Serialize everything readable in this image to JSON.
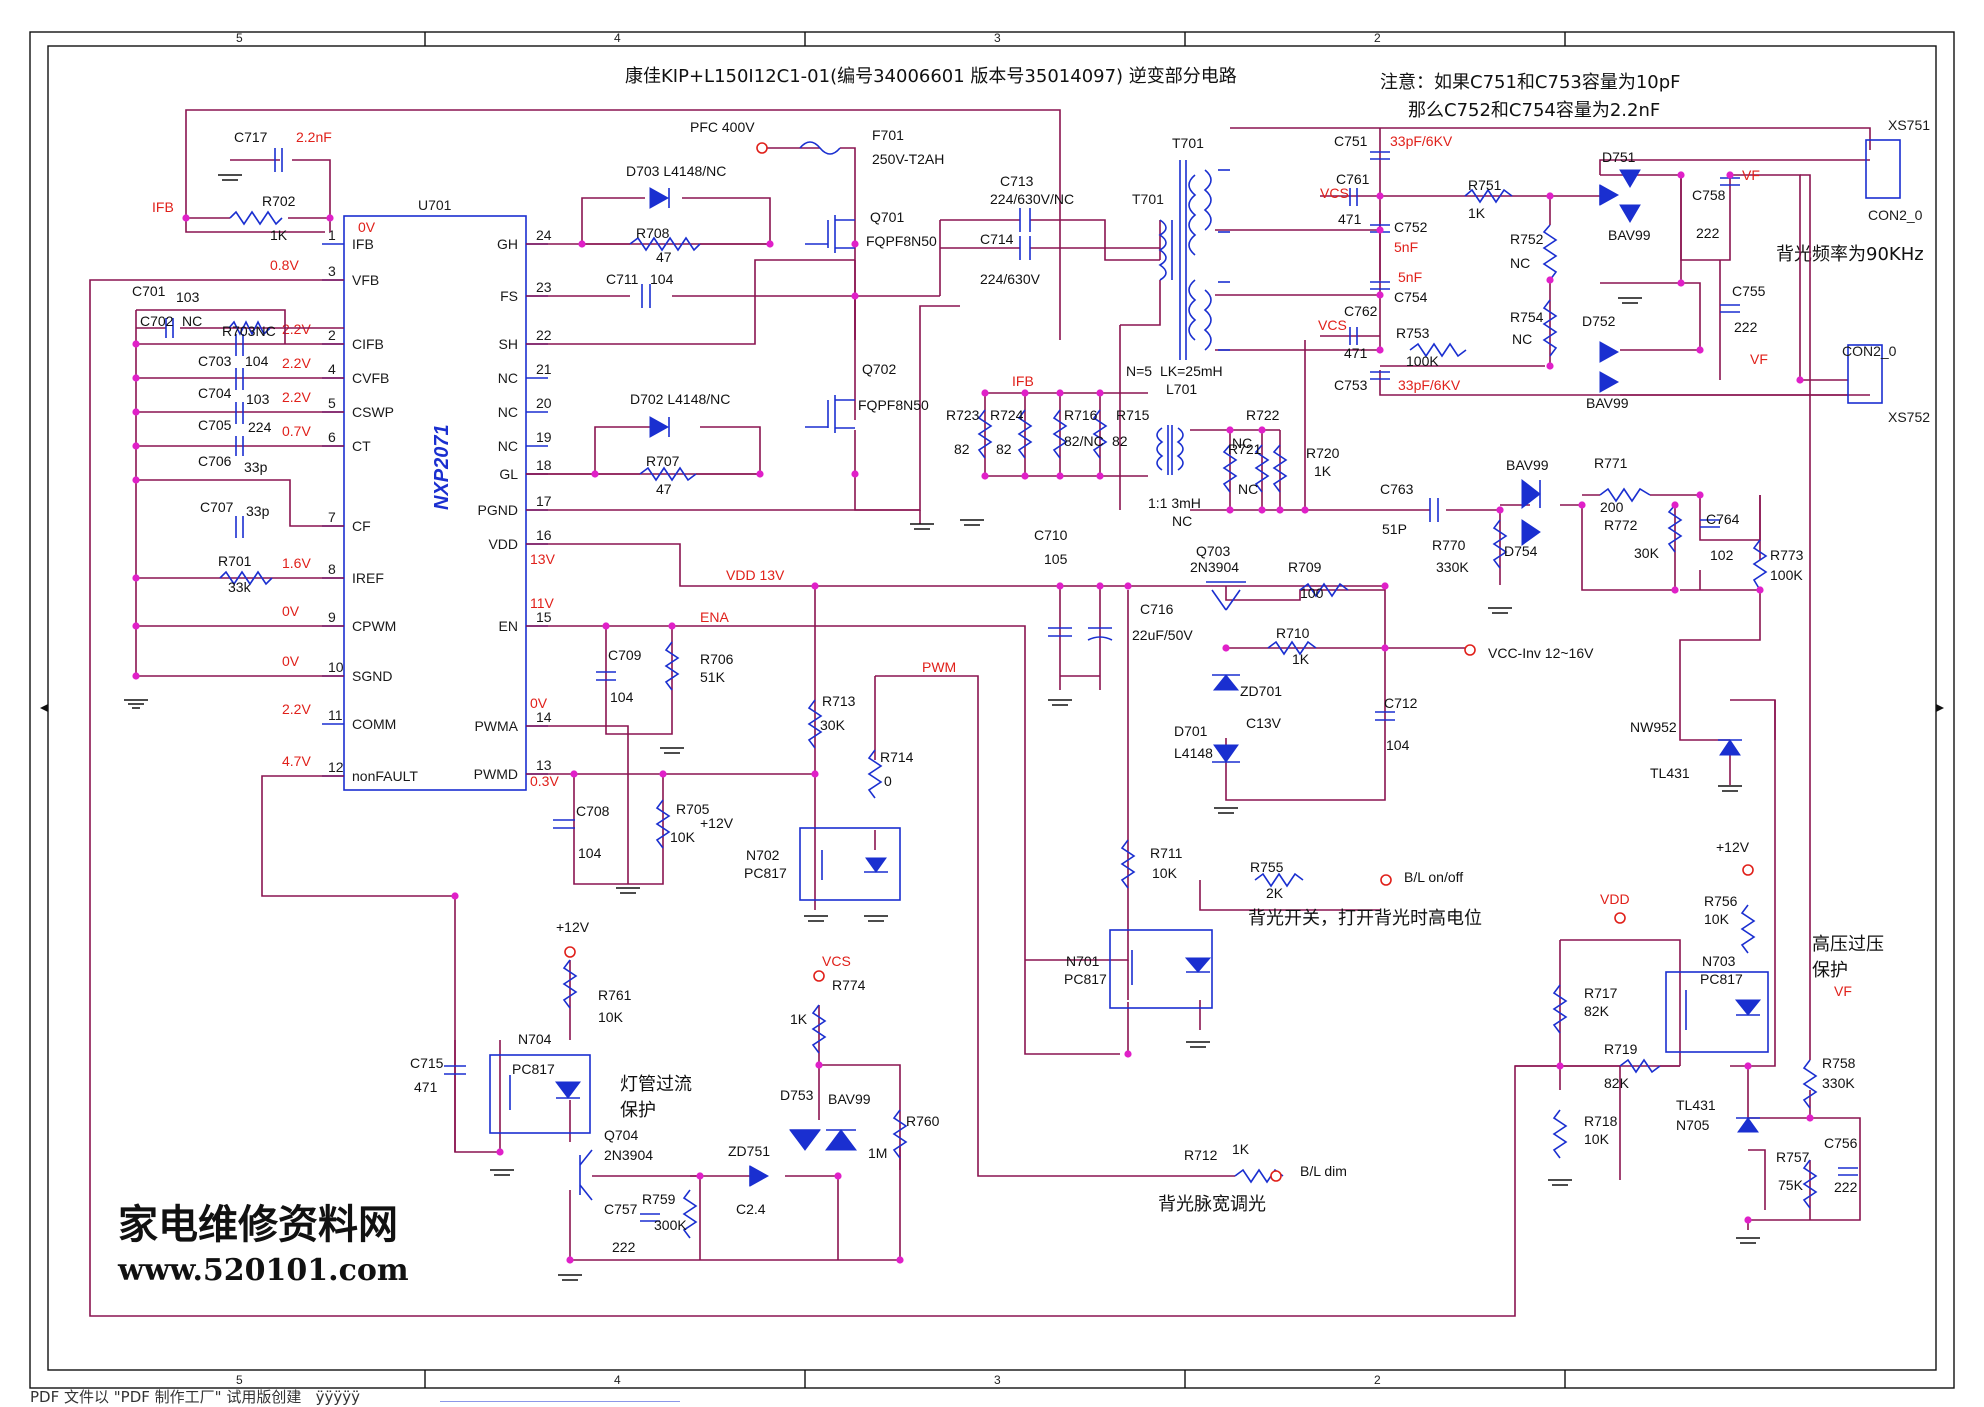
{
  "title": "康佳KIP+L150I12C1-01(编号34006601  版本号35014097)    逆变部分电路",
  "note_line1": "注意：如果C751和C753容量为10pF",
  "note_line2": "那么C752和C754容量为2.2nF",
  "freq_note": "背光频率为90KHz",
  "lamp_protect": "灯管过流\n保护",
  "hv_protect": "高压过压\n保护",
  "bl_switch_note": "背光开关，打开背光时高电位",
  "bl_pwm_note": "背光脉宽调光",
  "watermark_cn": "家电维修资料网",
  "watermark_url": "www.520101.com",
  "footer": "PDF 文件以 \"PDF 制作工厂\" 试用版创建   ÿÿÿÿÿ",
  "border_top": [
    "5",
    "4",
    "3",
    "2"
  ],
  "border_bottom": [
    "5",
    "4",
    "3",
    "2"
  ],
  "ic": {
    "ref": "U701",
    "part": "NXP2071",
    "left_pins": [
      {
        "num": "1",
        "name": "IFB",
        "volt": "0V"
      },
      {
        "num": "3",
        "name": "VFB",
        "volt": "0.8V"
      },
      {
        "num": "2",
        "name": "CIFB",
        "volt": "2.2V"
      },
      {
        "num": "4",
        "name": "CVFB",
        "volt": "2.2V"
      },
      {
        "num": "5",
        "name": "CSWP",
        "volt": "2.2V"
      },
      {
        "num": "6",
        "name": "CT",
        "volt": "0.7V"
      },
      {
        "num": "7",
        "name": "CF",
        "volt": ""
      },
      {
        "num": "8",
        "name": "IREF",
        "volt": "1.6V"
      },
      {
        "num": "9",
        "name": "CPWM",
        "volt": "0V"
      },
      {
        "num": "10",
        "name": "SGND",
        "volt": "0V"
      },
      {
        "num": "11",
        "name": "COMM",
        "volt": "2.2V"
      },
      {
        "num": "12",
        "name": "nonFAULT",
        "volt": "4.7V"
      }
    ],
    "right_pins": [
      {
        "num": "24",
        "name": "GH",
        "volt": ""
      },
      {
        "num": "23",
        "name": "FS",
        "volt": ""
      },
      {
        "num": "22",
        "name": "SH",
        "volt": ""
      },
      {
        "num": "21",
        "name": "NC",
        "volt": ""
      },
      {
        "num": "20",
        "name": "NC",
        "volt": ""
      },
      {
        "num": "19",
        "name": "NC",
        "volt": ""
      },
      {
        "num": "18",
        "name": "GL",
        "volt": ""
      },
      {
        "num": "17",
        "name": "PGND",
        "volt": ""
      },
      {
        "num": "16",
        "name": "VDD",
        "volt": "13V"
      },
      {
        "num": "15",
        "name": "EN",
        "volt": "11V"
      },
      {
        "num": "14",
        "name": "PWMA",
        "volt": "0V"
      },
      {
        "num": "13",
        "name": "PWMD",
        "volt": "0.3V"
      }
    ]
  },
  "labels": [
    {
      "k": "ifb_net",
      "t": "IFB",
      "c": "r"
    },
    {
      "k": "c717",
      "t": "C717",
      "c": "b"
    },
    {
      "k": "c717v",
      "t": "2.2nF",
      "c": "r"
    },
    {
      "k": "r702",
      "t": "R702",
      "c": "b"
    },
    {
      "k": "r702v",
      "t": "1K",
      "c": "b"
    },
    {
      "k": "c701",
      "t": "C701",
      "c": "b"
    },
    {
      "k": "c701v",
      "t": "103",
      "c": "b"
    },
    {
      "k": "c702",
      "t": "C702",
      "c": "b"
    },
    {
      "k": "c702v",
      "t": "NC",
      "c": "b"
    },
    {
      "k": "r703",
      "t": "R703NC",
      "c": "b"
    },
    {
      "k": "c703",
      "t": "C703",
      "c": "b"
    },
    {
      "k": "c703v",
      "t": "104",
      "c": "b"
    },
    {
      "k": "c704",
      "t": "C704",
      "c": "b"
    },
    {
      "k": "c704v",
      "t": "103",
      "c": "b"
    },
    {
      "k": "c705",
      "t": "C705",
      "c": "b"
    },
    {
      "k": "c705v",
      "t": "224",
      "c": "b"
    },
    {
      "k": "c706",
      "t": "C706",
      "c": "b"
    },
    {
      "k": "c706v",
      "t": "33p",
      "c": "b"
    },
    {
      "k": "c707",
      "t": "C707",
      "c": "b"
    },
    {
      "k": "c707v",
      "t": "33p",
      "c": "b"
    },
    {
      "k": "r701",
      "t": "R701",
      "c": "b"
    },
    {
      "k": "r701v",
      "t": "33k",
      "c": "b"
    },
    {
      "k": "pfc",
      "t": "PFC 400V",
      "c": "b"
    },
    {
      "k": "f701",
      "t": "F701",
      "c": "b"
    },
    {
      "k": "f701v",
      "t": "250V-T2AH",
      "c": "b"
    },
    {
      "k": "d703",
      "t": "D703  L4148/NC",
      "c": "b"
    },
    {
      "k": "r708",
      "t": "R708",
      "c": "b"
    },
    {
      "k": "r708v",
      "t": "47",
      "c": "b"
    },
    {
      "k": "c711",
      "t": "C711",
      "c": "b"
    },
    {
      "k": "c711v",
      "t": "104",
      "c": "b"
    },
    {
      "k": "q701",
      "t": "Q701",
      "c": "b"
    },
    {
      "k": "q701v",
      "t": "FQPF8N50",
      "c": "b"
    },
    {
      "k": "q702",
      "t": "Q702",
      "c": "b"
    },
    {
      "k": "q702v",
      "t": "FQPF8N50",
      "c": "b"
    },
    {
      "k": "d702",
      "t": "D702  L4148/NC",
      "c": "b"
    },
    {
      "k": "r707",
      "t": "R707",
      "c": "b"
    },
    {
      "k": "r707v",
      "t": "47",
      "c": "b"
    },
    {
      "k": "c713",
      "t": "C713",
      "c": "b"
    },
    {
      "k": "c713v",
      "t": "224/630V/NC",
      "c": "b"
    },
    {
      "k": "c714",
      "t": "C714",
      "c": "b"
    },
    {
      "k": "c714v",
      "t": "224/630V",
      "c": "b"
    },
    {
      "k": "t701a",
      "t": "T701",
      "c": "g"
    },
    {
      "k": "t701b",
      "t": "T701",
      "c": "b"
    },
    {
      "k": "n5",
      "t": "N=5",
      "c": "b"
    },
    {
      "k": "lk",
      "t": "LK=25mH",
      "c": "b"
    },
    {
      "k": "l701",
      "t": "L701",
      "c": "b"
    },
    {
      "k": "r723",
      "t": "R723",
      "c": "b"
    },
    {
      "k": "r723v",
      "t": "82",
      "c": "b"
    },
    {
      "k": "r724",
      "t": "R724",
      "c": "b"
    },
    {
      "k": "r724v",
      "t": "82",
      "c": "b"
    },
    {
      "k": "ifb2",
      "t": "IFB",
      "c": "r"
    },
    {
      "k": "r716",
      "t": "R716",
      "c": "b"
    },
    {
      "k": "r716v",
      "t": "82/NC",
      "c": "b"
    },
    {
      "k": "r715",
      "t": "R715",
      "c": "b"
    },
    {
      "k": "r715v",
      "t": "82",
      "c": "b"
    },
    {
      "k": "r721",
      "t": "R721",
      "c": "b"
    },
    {
      "k": "r721nc",
      "t": "NC",
      "c": "b"
    },
    {
      "k": "r722",
      "t": "R722",
      "c": "b"
    },
    {
      "k": "r722nc",
      "t": "NC",
      "c": "b"
    },
    {
      "k": "r720",
      "t": "R720",
      "c": "b"
    },
    {
      "k": "r720v",
      "t": "1K",
      "c": "b"
    },
    {
      "k": "ratio",
      "t": "1:1 3mH",
      "c": "b"
    },
    {
      "k": "ratnc",
      "t": "NC",
      "c": "b"
    },
    {
      "k": "c751",
      "t": "C751",
      "c": "b"
    },
    {
      "k": "c751v",
      "t": "33pF/6KV",
      "c": "r"
    },
    {
      "k": "c761",
      "t": "C761",
      "c": "b"
    },
    {
      "k": "c761v",
      "t": "471",
      "c": "b"
    },
    {
      "k": "vcs1",
      "t": "VCS",
      "c": "r"
    },
    {
      "k": "c752",
      "t": "C752",
      "c": "b"
    },
    {
      "k": "c752v",
      "t": "5nF",
      "c": "r"
    },
    {
      "k": "c754",
      "t": "C754",
      "c": "b"
    },
    {
      "k": "c754v",
      "t": "5nF",
      "c": "r"
    },
    {
      "k": "r751",
      "t": "R751",
      "c": "b"
    },
    {
      "k": "r751v",
      "t": "1K",
      "c": "b"
    },
    {
      "k": "r752",
      "t": "R752",
      "c": "b"
    },
    {
      "k": "r752v",
      "t": "NC",
      "c": "b"
    },
    {
      "k": "r754",
      "t": "R754",
      "c": "b"
    },
    {
      "k": "r754v",
      "t": "NC",
      "c": "b"
    },
    {
      "k": "c762",
      "t": "C762",
      "c": "b"
    },
    {
      "k": "c762v",
      "t": "471",
      "c": "b"
    },
    {
      "k": "vcs2",
      "t": "VCS",
      "c": "r"
    },
    {
      "k": "r753",
      "t": "R753",
      "c": "b"
    },
    {
      "k": "r753v",
      "t": "100K",
      "c": "b"
    },
    {
      "k": "c753",
      "t": "C753",
      "c": "b"
    },
    {
      "k": "c753v",
      "t": "33pF/6KV",
      "c": "r"
    },
    {
      "k": "d751",
      "t": "D751",
      "c": "b"
    },
    {
      "k": "d751v",
      "t": "BAV99",
      "c": "b"
    },
    {
      "k": "d752",
      "t": "D752",
      "c": "b"
    },
    {
      "k": "d752v",
      "t": "BAV99",
      "c": "b"
    },
    {
      "k": "c758",
      "t": "C758",
      "c": "b"
    },
    {
      "k": "c758v",
      "t": "222",
      "c": "b"
    },
    {
      "k": "c755",
      "t": "C755",
      "c": "b"
    },
    {
      "k": "c755v",
      "t": "222",
      "c": "b"
    },
    {
      "k": "vf1",
      "t": "VF",
      "c": "r"
    },
    {
      "k": "vf2",
      "t": "VF",
      "c": "r"
    },
    {
      "k": "xs751",
      "t": "XS751",
      "c": "g"
    },
    {
      "k": "con20a",
      "t": "CON2_0",
      "c": "g"
    },
    {
      "k": "con20b",
      "t": "CON2_0",
      "c": "g"
    },
    {
      "k": "xs752",
      "t": "XS752",
      "c": "g"
    },
    {
      "k": "c763",
      "t": "C763",
      "c": "b"
    },
    {
      "k": "c763v",
      "t": "51P",
      "c": "b"
    },
    {
      "k": "bav99",
      "t": "BAV99",
      "c": "b"
    },
    {
      "k": "d754",
      "t": "D754",
      "c": "b"
    },
    {
      "k": "r771",
      "t": "R771",
      "c": "b"
    },
    {
      "k": "r771v",
      "t": "200",
      "c": "b"
    },
    {
      "k": "r772",
      "t": "R772",
      "c": "b"
    },
    {
      "k": "r772v",
      "t": "30K",
      "c": "b"
    },
    {
      "k": "r770",
      "t": "R770",
      "c": "b"
    },
    {
      "k": "r770v",
      "t": "330K",
      "c": "b"
    },
    {
      "k": "c764",
      "t": "C764",
      "c": "b"
    },
    {
      "k": "c764v",
      "t": "102",
      "c": "b"
    },
    {
      "k": "r773",
      "t": "R773",
      "c": "b"
    },
    {
      "k": "r773v",
      "t": "100K",
      "c": "b"
    },
    {
      "k": "c710",
      "t": "C710",
      "c": "b"
    },
    {
      "k": "c710v",
      "t": "105",
      "c": "b"
    },
    {
      "k": "q703",
      "t": "Q703",
      "c": "b"
    },
    {
      "k": "q703v",
      "t": "2N3904",
      "c": "b"
    },
    {
      "k": "r709",
      "t": "R709",
      "c": "b"
    },
    {
      "k": "r709v",
      "t": "100",
      "c": "b"
    },
    {
      "k": "c716",
      "t": "C716",
      "c": "b"
    },
    {
      "k": "c716v",
      "t": "22uF/50V",
      "c": "b"
    },
    {
      "k": "r710",
      "t": "R710",
      "c": "b"
    },
    {
      "k": "r710v",
      "t": "1K",
      "c": "b"
    },
    {
      "k": "vccinv",
      "t": "VCC-Inv 12~16V",
      "c": "b"
    },
    {
      "k": "zd701",
      "t": "ZD701",
      "c": "b"
    },
    {
      "k": "c13v",
      "t": "C13V",
      "c": "b"
    },
    {
      "k": "d701",
      "t": "D701",
      "c": "b"
    },
    {
      "k": "d701v",
      "t": "L4148",
      "c": "b"
    },
    {
      "k": "c712",
      "t": "C712",
      "c": "b"
    },
    {
      "k": "c712v",
      "t": "104",
      "c": "b"
    },
    {
      "k": "vdd13",
      "t": "VDD 13V",
      "c": "r"
    },
    {
      "k": "ena",
      "t": "ENA",
      "c": "r"
    },
    {
      "k": "pwm",
      "t": "PWM",
      "c": "r"
    },
    {
      "k": "c709",
      "t": "C709",
      "c": "b"
    },
    {
      "k": "c709v",
      "t": "104",
      "c": "b"
    },
    {
      "k": "r706",
      "t": "R706",
      "c": "b"
    },
    {
      "k": "r706v",
      "t": "51K",
      "c": "b"
    },
    {
      "k": "r713",
      "t": "R713",
      "c": "b"
    },
    {
      "k": "r713v",
      "t": "30K",
      "c": "b"
    },
    {
      "k": "r714",
      "t": "R714",
      "c": "b"
    },
    {
      "k": "r714v",
      "t": "0",
      "c": "b"
    },
    {
      "k": "c708",
      "t": "C708",
      "c": "b"
    },
    {
      "k": "c708v",
      "t": "104",
      "c": "b"
    },
    {
      "k": "r705",
      "t": "R705",
      "c": "b"
    },
    {
      "k": "r705v",
      "t": "10K",
      "c": "b"
    },
    {
      "k": "p12a",
      "t": "+12V",
      "c": "b"
    },
    {
      "k": "n702",
      "t": "N702",
      "c": "b"
    },
    {
      "k": "n702v",
      "t": "PC817",
      "c": "b"
    },
    {
      "k": "r711",
      "t": "R711",
      "c": "b"
    },
    {
      "k": "r711v",
      "t": "10K",
      "c": "b"
    },
    {
      "k": "r755",
      "t": "R755",
      "c": "b"
    },
    {
      "k": "r755v",
      "t": "2K",
      "c": "b"
    },
    {
      "k": "blonoff",
      "t": "B/L on/off",
      "c": "b"
    },
    {
      "k": "n701",
      "t": "N701",
      "c": "b"
    },
    {
      "k": "n701v",
      "t": "PC817",
      "c": "b"
    },
    {
      "k": "p12b",
      "t": "+12V",
      "c": "b"
    },
    {
      "k": "r761",
      "t": "R761",
      "c": "b"
    },
    {
      "k": "r761v",
      "t": "10K",
      "c": "b"
    },
    {
      "k": "n704",
      "t": "N704",
      "c": "b"
    },
    {
      "k": "n704v",
      "t": "PC817",
      "c": "b"
    },
    {
      "k": "c715",
      "t": "C715",
      "c": "b"
    },
    {
      "k": "c715v",
      "t": "471",
      "c": "b"
    },
    {
      "k": "q704",
      "t": "Q704",
      "c": "b"
    },
    {
      "k": "q704v",
      "t": "2N3904",
      "c": "b"
    },
    {
      "k": "vcs3",
      "t": "VCS",
      "c": "r"
    },
    {
      "k": "r774",
      "t": "R774",
      "c": "b"
    },
    {
      "k": "r774v",
      "t": "1K",
      "c": "b"
    },
    {
      "k": "d753",
      "t": "D753",
      "c": "b"
    },
    {
      "k": "d753v",
      "t": "BAV99",
      "c": "b"
    },
    {
      "k": "r760",
      "t": "R760",
      "c": "b"
    },
    {
      "k": "r760v",
      "t": "1M",
      "c": "b"
    },
    {
      "k": "zd751",
      "t": "ZD751",
      "c": "b"
    },
    {
      "k": "zd751v",
      "t": "C2.4",
      "c": "b"
    },
    {
      "k": "c757",
      "t": "C757",
      "c": "b"
    },
    {
      "k": "c757v",
      "t": "222",
      "c": "b"
    },
    {
      "k": "r759",
      "t": "R759",
      "c": "b"
    },
    {
      "k": "r759v",
      "t": "300K",
      "c": "b"
    },
    {
      "k": "r712",
      "t": "R712",
      "c": "b"
    },
    {
      "k": "r712v",
      "t": "1K",
      "c": "b"
    },
    {
      "k": "bldim",
      "t": "B/L dim",
      "c": "b"
    },
    {
      "k": "vdd",
      "t": "VDD",
      "c": "r"
    },
    {
      "k": "r717",
      "t": "R717",
      "c": "b"
    },
    {
      "k": "r717v",
      "t": "82K",
      "c": "b"
    },
    {
      "k": "r719",
      "t": "R719",
      "c": "b"
    },
    {
      "k": "r719v",
      "t": "82K",
      "c": "b"
    },
    {
      "k": "r718",
      "t": "R718",
      "c": "b"
    },
    {
      "k": "r718v",
      "t": "10K",
      "c": "b"
    },
    {
      "k": "p12c",
      "t": "+12V",
      "c": "b"
    },
    {
      "k": "r756",
      "t": "R756",
      "c": "b"
    },
    {
      "k": "r756v",
      "t": "10K",
      "c": "b"
    },
    {
      "k": "n703",
      "t": "N703",
      "c": "b"
    },
    {
      "k": "n703v",
      "t": "PC817",
      "c": "b"
    },
    {
      "k": "tl431a",
      "t": "TL431",
      "c": "b"
    },
    {
      "k": "n705",
      "t": "N705",
      "c": "b"
    },
    {
      "k": "r757",
      "t": "R757",
      "c": "b"
    },
    {
      "k": "r757v",
      "t": "75K",
      "c": "b"
    },
    {
      "k": "c756",
      "t": "C756",
      "c": "b"
    },
    {
      "k": "c756v",
      "t": "222",
      "c": "b"
    },
    {
      "k": "r758",
      "t": "R758",
      "c": "b"
    },
    {
      "k": "r758v",
      "t": "330K",
      "c": "b"
    },
    {
      "k": "vf3",
      "t": "VF",
      "c": "r"
    },
    {
      "k": "nw952",
      "t": "NW952",
      "c": "b"
    },
    {
      "k": "tl431b",
      "t": "TL431",
      "c": "b"
    }
  ]
}
